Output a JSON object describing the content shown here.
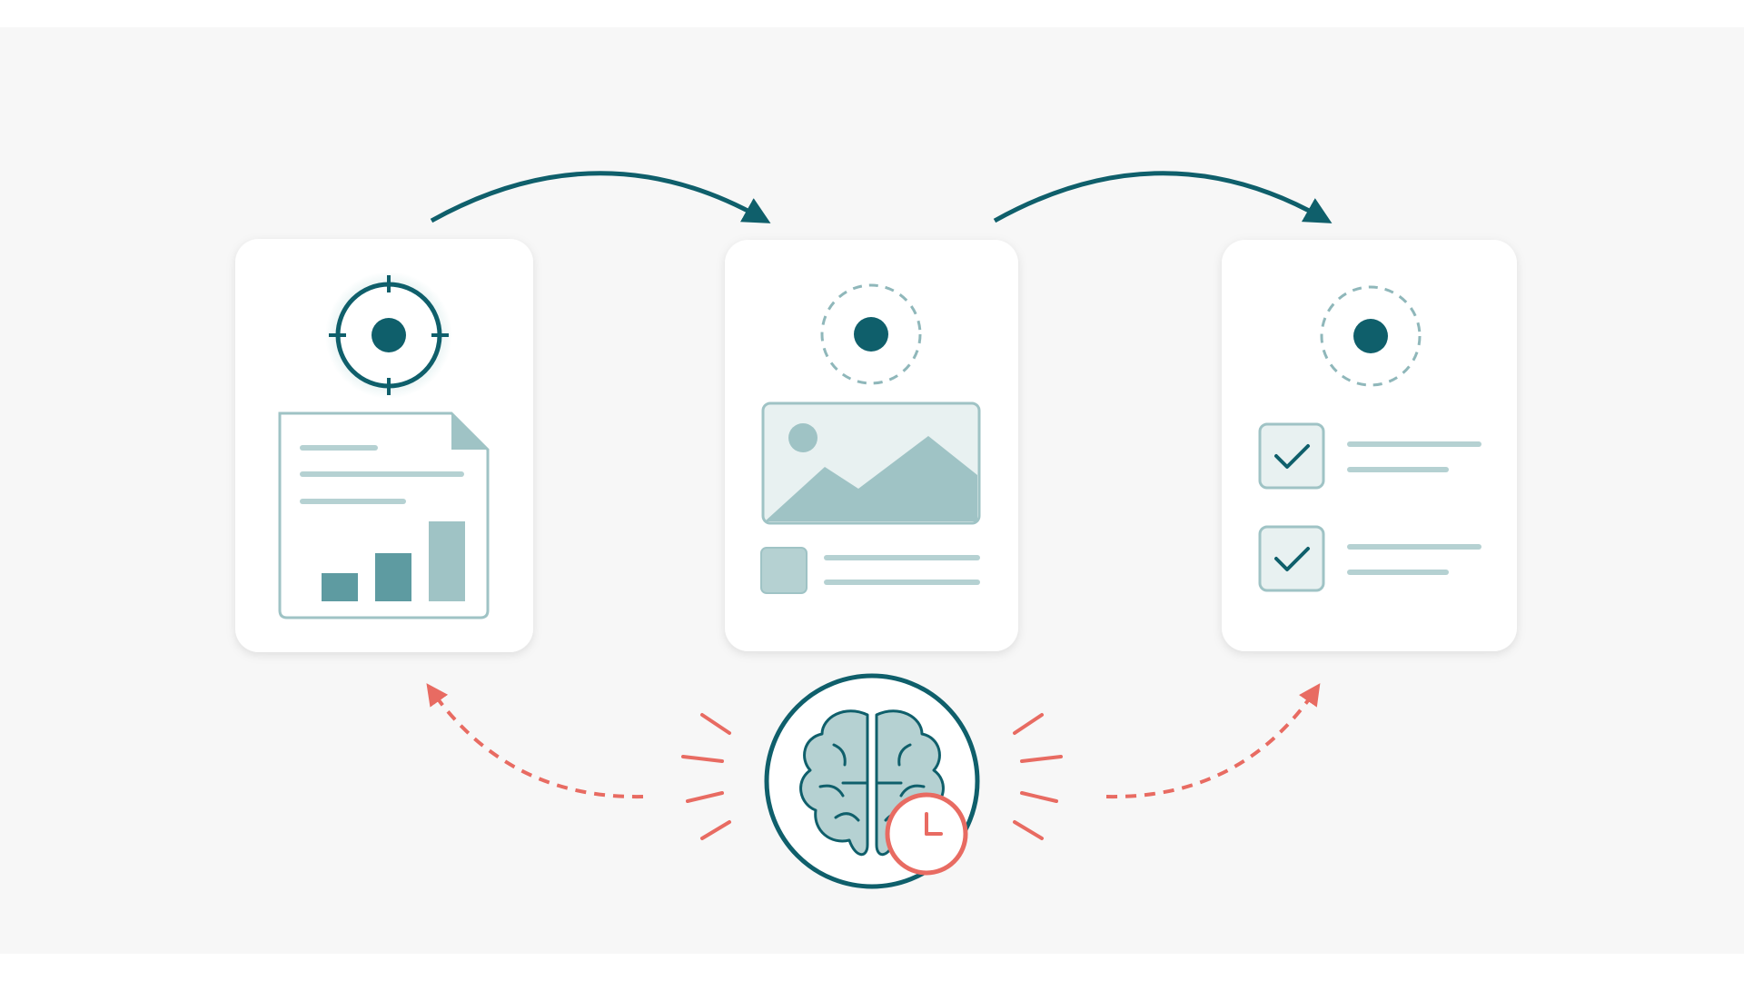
{
  "colors": {
    "background": "#f7f7f7",
    "card": "#ffffff",
    "teal_dark": "#0f5f6b",
    "teal_mid": "#5e9ba1",
    "teal_light": "#9fc3c5",
    "teal_pale": "#e8f1f1",
    "coral": "#e86b62"
  },
  "icons": {
    "target": "crosshair-target-icon",
    "focus_point": "dashed-focus-icon",
    "report": "bar-chart-document-icon",
    "image": "image-placeholder-icon",
    "checklist": "checkbox-checked-icon",
    "brain": "brain-icon",
    "clock": "clock-icon"
  },
  "report_bars": [
    0.35,
    0.6,
    1.0
  ],
  "checklist_items": [
    {
      "checked": true
    },
    {
      "checked": true
    }
  ]
}
